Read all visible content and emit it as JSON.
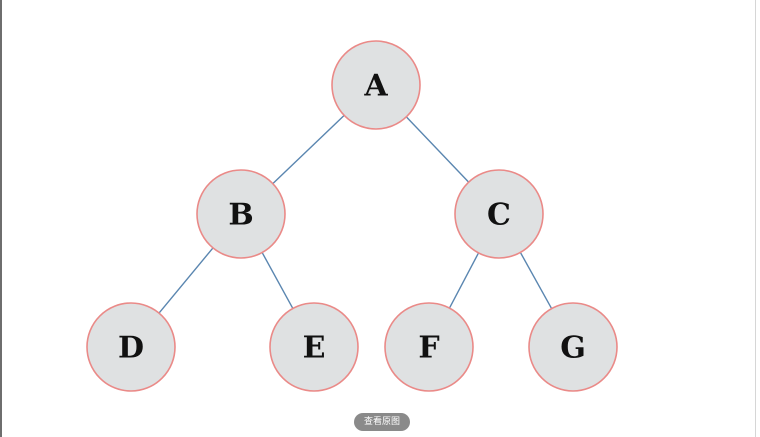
{
  "diagram": {
    "type": "binary-tree",
    "colors": {
      "node_fill": "#dfe1e2",
      "node_stroke": "#ea8a88",
      "edge": "#5a86b0",
      "label": "#111111"
    },
    "nodes": [
      {
        "id": "A",
        "label": "A"
      },
      {
        "id": "B",
        "label": "B"
      },
      {
        "id": "C",
        "label": "C"
      },
      {
        "id": "D",
        "label": "D"
      },
      {
        "id": "E",
        "label": "E"
      },
      {
        "id": "F",
        "label": "F"
      },
      {
        "id": "G",
        "label": "G"
      }
    ],
    "edges": [
      {
        "from": "A",
        "to": "B"
      },
      {
        "from": "A",
        "to": "C"
      },
      {
        "from": "B",
        "to": "D"
      },
      {
        "from": "B",
        "to": "E"
      },
      {
        "from": "C",
        "to": "F"
      },
      {
        "from": "C",
        "to": "G"
      }
    ]
  },
  "view_original_button": {
    "label": "查看原图"
  }
}
